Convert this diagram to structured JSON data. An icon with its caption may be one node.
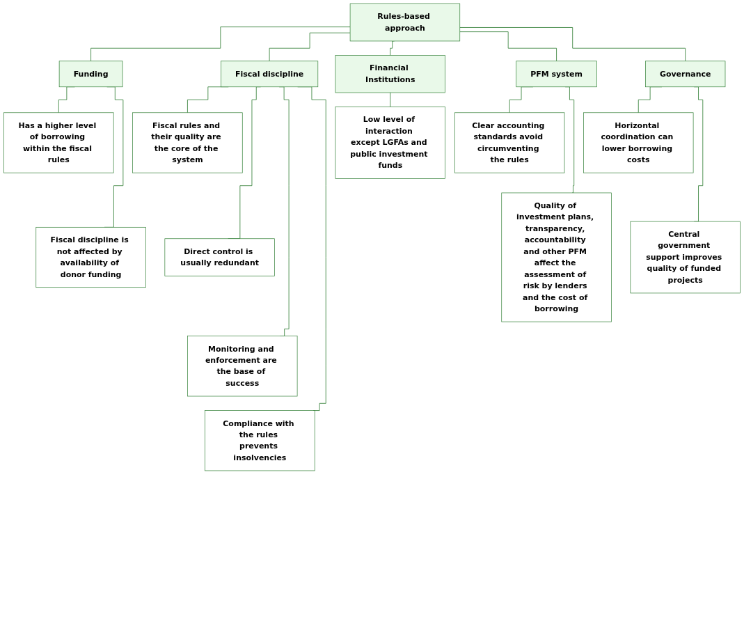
{
  "diagram": {
    "nodes": [
      {
        "text": [
          "Rules-based approach"
        ]
      },
      {
        "text": [
          "Funding"
        ]
      },
      {
        "text": [
          "Fiscal discipline"
        ]
      },
      {
        "text": [
          "Financial Institutions"
        ]
      },
      {
        "text": [
          "PFM system"
        ]
      },
      {
        "text": [
          "Governance"
        ]
      },
      {
        "text": [
          "Has a higher level of borrowing within the fiscal rules"
        ]
      },
      {
        "text": [
          "Fiscal discipline is not affected by availability of donor funding"
        ]
      },
      {
        "text": [
          "Fiscal rules and their quality are the core of the system"
        ]
      },
      {
        "text": [
          "Direct control is usually redundant"
        ]
      },
      {
        "text": [
          "Monitoring and enforcement are the base of success"
        ]
      },
      {
        "text": [
          "Compliance with the rules prevents insolvencies"
        ]
      },
      {
        "text": [
          "Low level of interaction except LGFAs and public investment funds"
        ]
      },
      {
        "text": [
          "Clear accounting standards avoid circumventing the rules"
        ]
      },
      {
        "text": [
          "Quality of investment plans, transparency, accountability and other PFM affect the assessment of risk by lenders and the cost of borrowing"
        ]
      },
      {
        "text": [
          "Horizontal coordination can lower borrowing costs"
        ]
      },
      {
        "text": [
          "Central government support improves quality of funded projects"
        ]
      }
    ],
    "edges": [
      {
        "from": 0,
        "to": 1,
        "arrow": "none"
      },
      {
        "from": 0,
        "to": 2,
        "arrow": "none"
      },
      {
        "from": 0,
        "to": 3,
        "arrow": "none"
      },
      {
        "from": 0,
        "to": 4,
        "arrow": "none"
      },
      {
        "from": 0,
        "to": 5,
        "arrow": "none"
      },
      {
        "from": 1,
        "to": 6,
        "arrow": "none"
      },
      {
        "from": 1,
        "to": 7,
        "arrow": "none"
      },
      {
        "from": 2,
        "to": 8,
        "arrow": "none"
      },
      {
        "from": 2,
        "to": 9,
        "arrow": "none"
      },
      {
        "from": 2,
        "to": 10,
        "arrow": "none"
      },
      {
        "from": 2,
        "to": 11,
        "arrow": "none"
      },
      {
        "from": 3,
        "to": 12,
        "arrow": "none"
      },
      {
        "from": 4,
        "to": 13,
        "arrow": "none"
      },
      {
        "from": 4,
        "to": 14,
        "arrow": "none"
      },
      {
        "from": 5,
        "to": 15,
        "arrow": "none"
      },
      {
        "from": 5,
        "to": 16,
        "arrow": "none"
      }
    ]
  }
}
